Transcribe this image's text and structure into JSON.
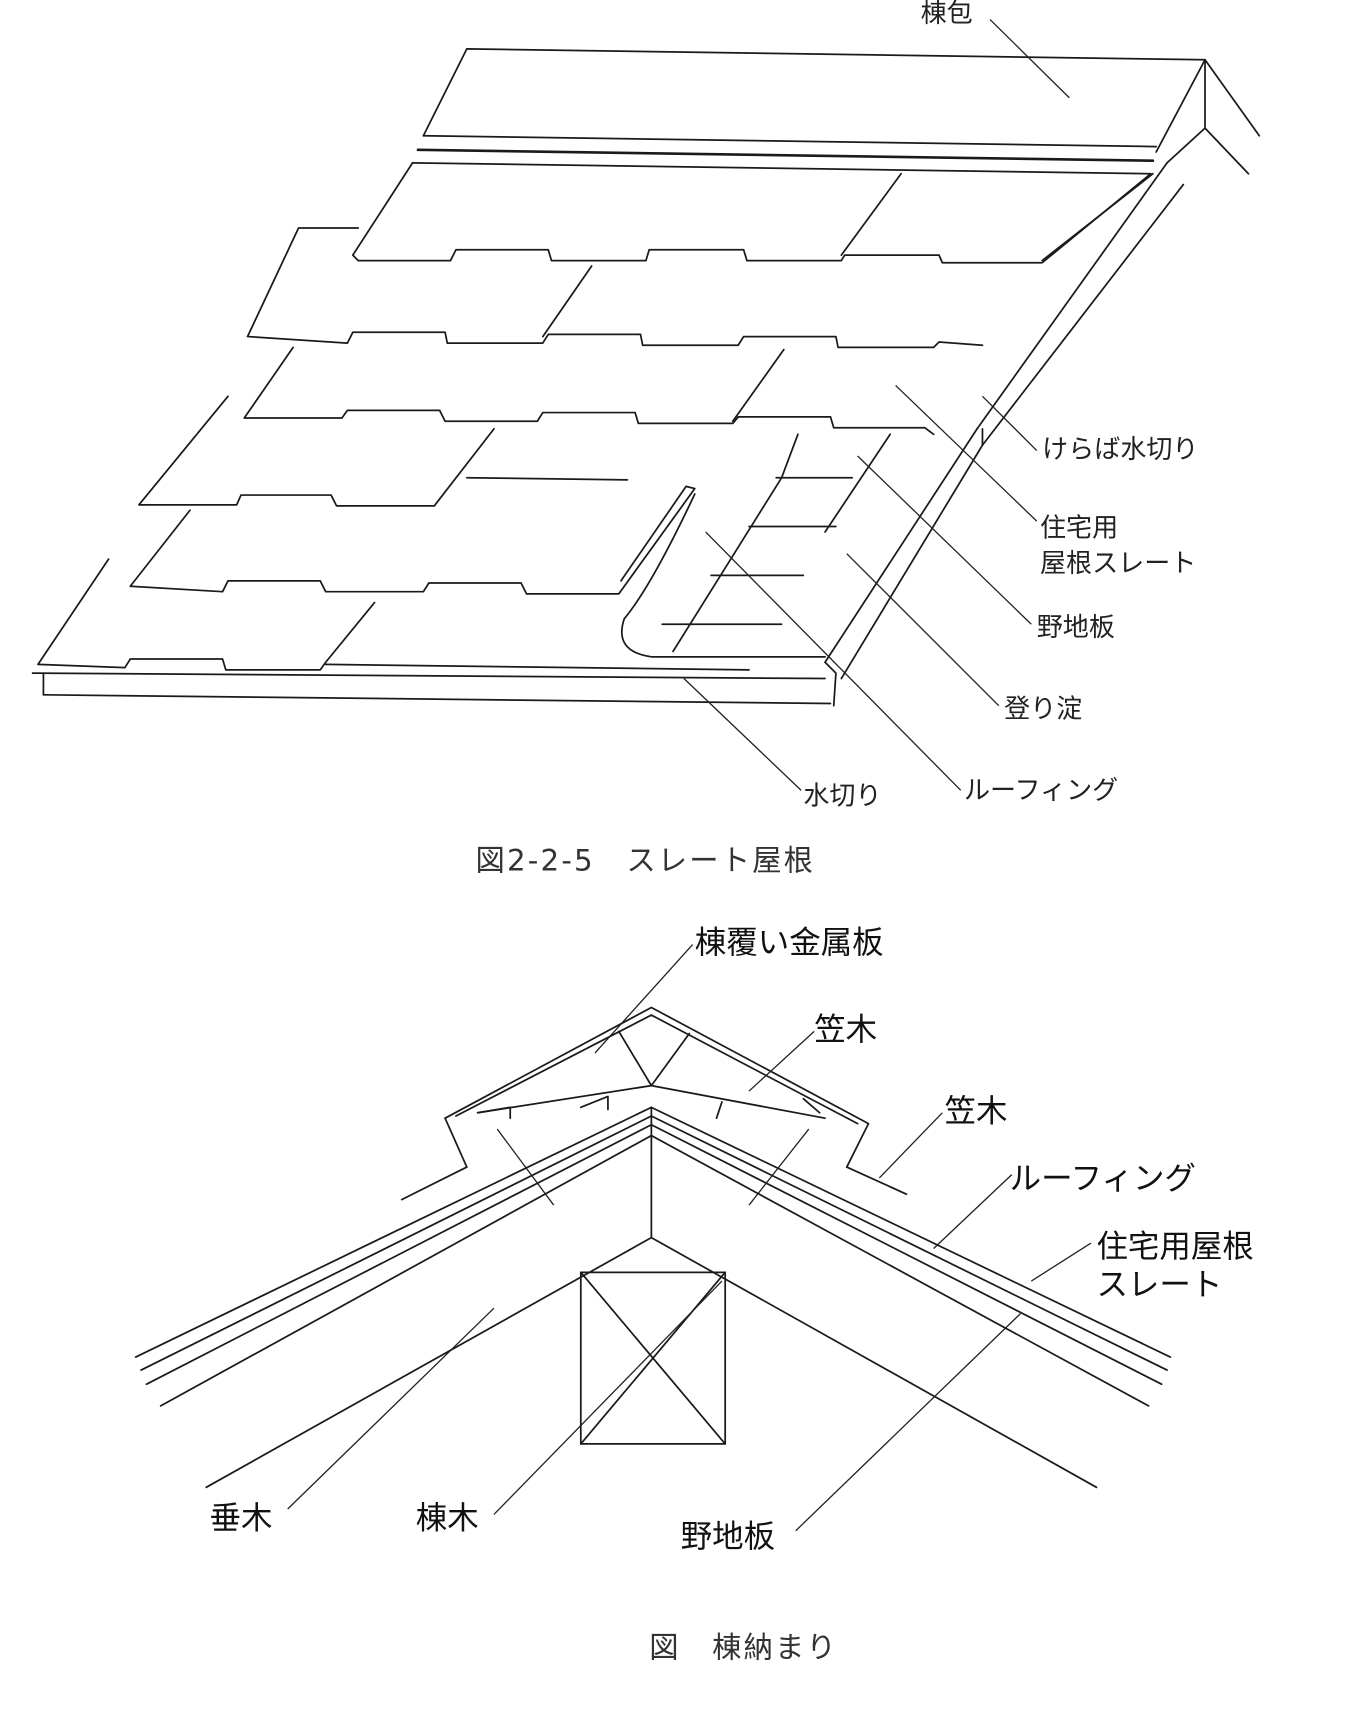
{
  "figure1": {
    "caption": "図2-2-5　スレート屋根",
    "labels": {
      "ridge_cap": "棟包",
      "rake_flashing": "けらば水切り",
      "slate_line1": "住宅用",
      "slate_line2": "屋根スレート",
      "sheathing": "野地板",
      "rake_board": "登り淀",
      "roofing": "ルーフィング",
      "eave_flashing": "水切り"
    }
  },
  "figure2": {
    "caption": "図　棟納まり",
    "labels": {
      "ridge_cover": "棟覆い金属板",
      "kasagi1": "笠木",
      "kasagi2": "笠木",
      "roofing": "ルーフィング",
      "slate_line1": "住宅用屋根",
      "slate_line2": "スレート",
      "rafter": "垂木",
      "ridge_beam": "棟木",
      "sheathing": "野地板"
    }
  }
}
